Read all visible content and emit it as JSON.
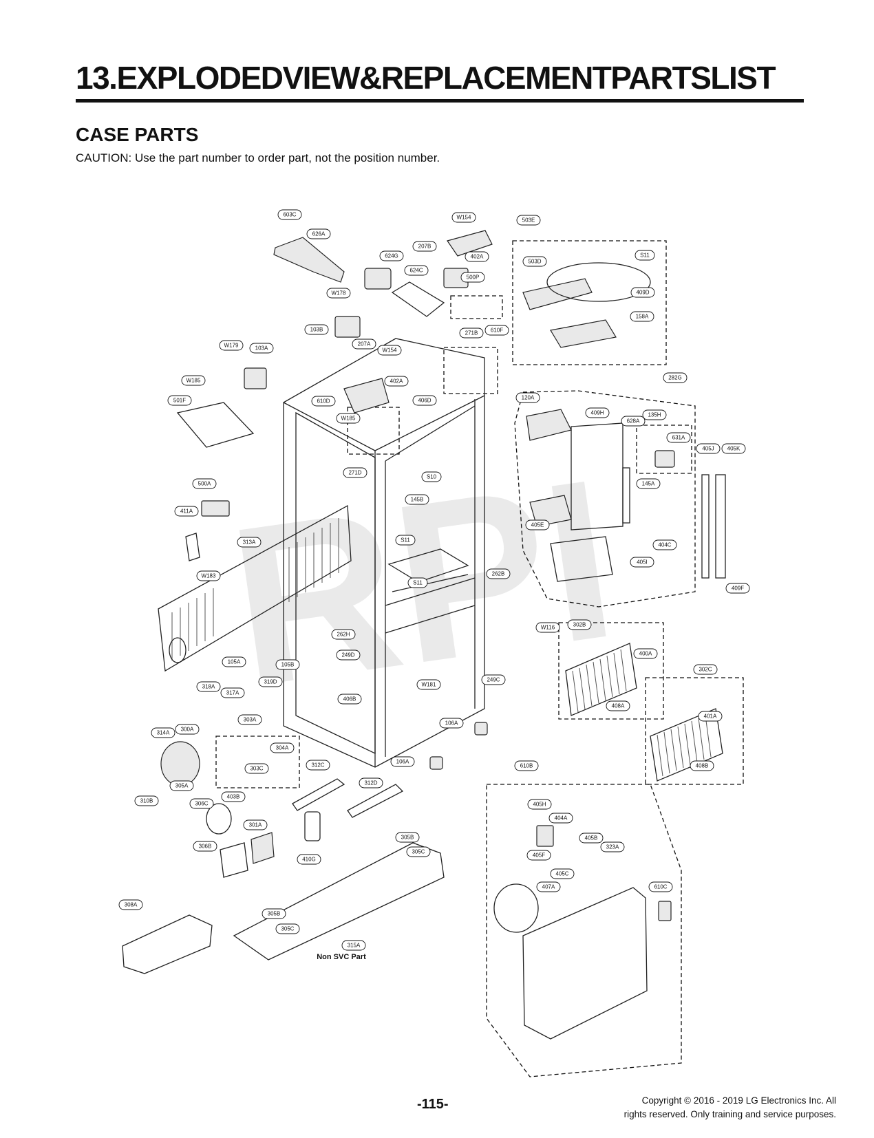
{
  "header": {
    "title": "13.EXPLODEDVIEW&REPLACEMENTPARTSLIST",
    "section": "CASE PARTS",
    "caution": "CAUTION: Use the part number to order part, not the position number."
  },
  "diagram": {
    "watermark": "RPI",
    "note": "Non SVC Part",
    "callouts": [
      "603C",
      "626A",
      "W154",
      "207B",
      "402A",
      "503E",
      "624G",
      "624C",
      "500P",
      "503D",
      "S11",
      "W178",
      "409D",
      "158A",
      "610F",
      "103B",
      "271B",
      "W179",
      "103A",
      "W154",
      "207A",
      "402A",
      "W185",
      "501F",
      "610D",
      "406D",
      "W185",
      "282G",
      "120A",
      "409H",
      "628A",
      "135H",
      "631A",
      "405J",
      "405K",
      "271D",
      "S10",
      "145B",
      "145A",
      "500A",
      "405E",
      "411A",
      "S11",
      "313A",
      "404C",
      "405I",
      "S11",
      "W183",
      "262B",
      "409F",
      "W116",
      "302B",
      "262H",
      "400A",
      "105A",
      "105B",
      "249D",
      "W181",
      "249C",
      "302C",
      "319D",
      "318A",
      "317A",
      "406B",
      "401A",
      "303A",
      "106A",
      "314A",
      "300A",
      "304A",
      "312C",
      "106A",
      "408A",
      "408B",
      "303C",
      "305A",
      "610B",
      "312D",
      "310B",
      "403B",
      "405H",
      "306C",
      "404A",
      "301A",
      "405B",
      "323A",
      "306B",
      "410G",
      "405F",
      "305B",
      "405C",
      "407A",
      "610C",
      "305C",
      "308A",
      "305B",
      "305C",
      "315A"
    ]
  },
  "footer": {
    "page_number": "-115-",
    "copyright_line1": "Copyright © 2016 - 2019 LG Electronics Inc. All",
    "copyright_line2": "rights reserved. Only training and service purposes."
  }
}
